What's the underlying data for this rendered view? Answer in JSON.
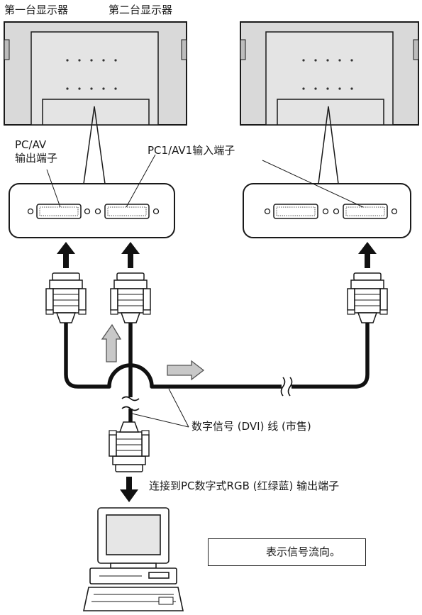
{
  "monitors": {
    "first_label": "第一台显示器",
    "second_label": "第二台显示器"
  },
  "terminals": {
    "pc_av_out_line1": "PC/AV",
    "pc_av_out_line2": "输出端子",
    "pc1_av1_in": "PC1/AV1输入端子"
  },
  "cable": {
    "label": "数字信号 (DVI) 线 (市售)"
  },
  "pc": {
    "connect_label": "连接到PC数字式RGB (红绿蓝) 输出端子"
  },
  "legend": {
    "text": "表示信号流向。"
  },
  "colors": {
    "monitor_fill": "#d9d9d9",
    "line": "#1a1a1a",
    "cable": "#111111",
    "flow_arrow": "#c8c8c8"
  }
}
